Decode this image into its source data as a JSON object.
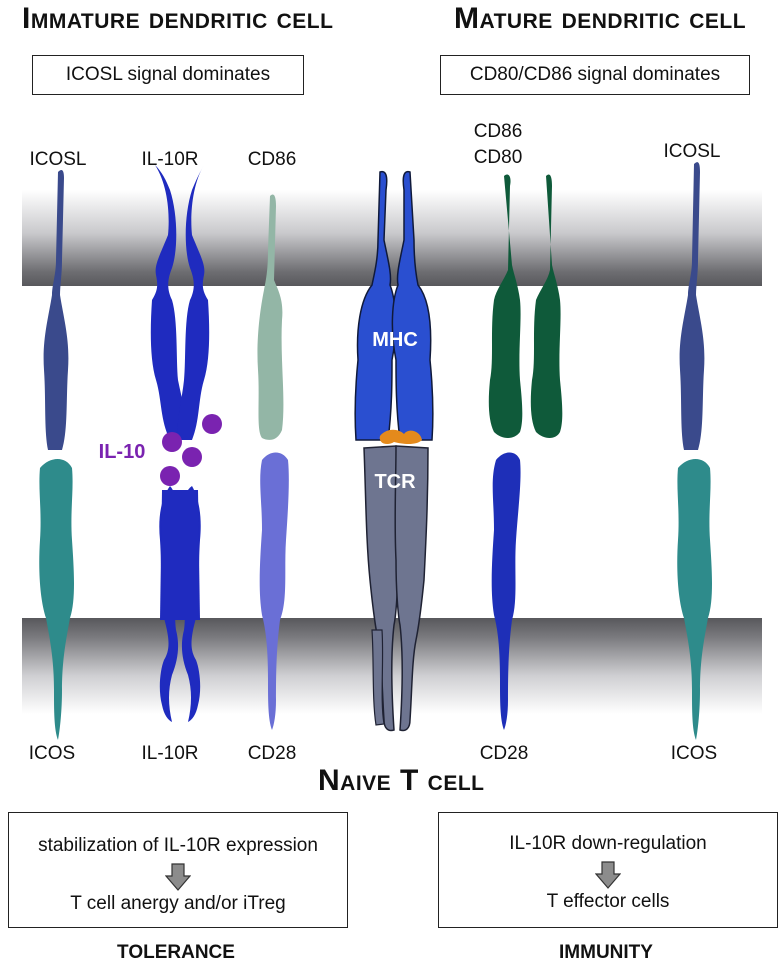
{
  "titles": {
    "immature": "Immature dendritic cell",
    "mature": "Mature dendritic cell",
    "naive": "Naive T cell"
  },
  "signal_boxes": {
    "left": "ICOSL signal dominates",
    "right": "CD80/CD86 signal dominates"
  },
  "top_labels": {
    "icosl_left": "ICOSL",
    "il10r_top": "IL-10R",
    "cd86_left": "CD86",
    "cd86_right": "CD86",
    "cd80_right": "CD80",
    "icosl_right": "ICOSL"
  },
  "bottom_labels": {
    "icos_left": "ICOS",
    "il10r_bottom": "IL-10R",
    "cd28_left": "CD28",
    "cd28_right": "CD28",
    "icos_right": "ICOS"
  },
  "molecule_labels": {
    "mhc": "MHC",
    "tcr": "TCR",
    "il10": "IL-10"
  },
  "outcome_boxes": {
    "left_line1": "stabilization of IL-10R expression",
    "left_line2": "T cell anergy and/or iTreg",
    "right_line1": "IL-10R down-regulation",
    "right_line2": "T effector cells"
  },
  "outcomes": {
    "left": "TOLERANCE",
    "right": "IMMUNITY"
  },
  "colors": {
    "icosl": "#3a4a8c",
    "icos": "#2e8b8b",
    "il10r": "#1f2bbf",
    "cd86_light": "#93b6a6",
    "cd28_light": "#6a6fd6",
    "cd80_dark": "#0f5a3a",
    "cd28_dark": "#1e2fb8",
    "mhc": "#2a4fd0",
    "tcr": "#6e7590",
    "il10": "#7a23b0",
    "peptide": "#e48a1c",
    "membrane": "#8a8a8e"
  }
}
